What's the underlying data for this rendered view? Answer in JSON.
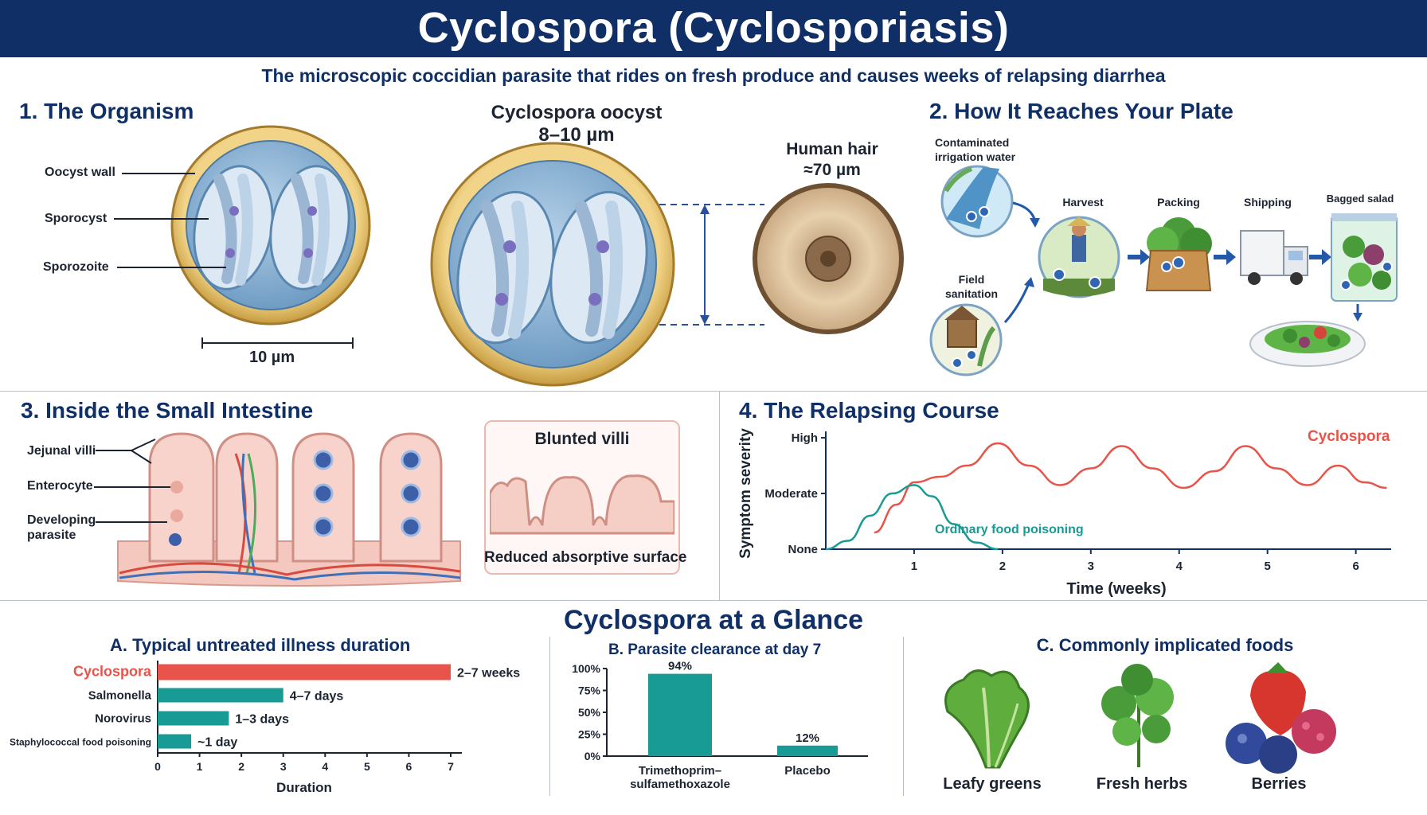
{
  "header": {
    "title": "Cyclospora (Cyclosporiasis)",
    "subtitle": "The microscopic coccidian parasite that rides on fresh produce and causes weeks of relapsing diarrhea"
  },
  "organism": {
    "section_title": "1. The Organism",
    "labels": {
      "wall": "Oocyst wall",
      "sporocyst": "Sporocyst",
      "sporozoite": "Sporozoite"
    },
    "scale_bar": "10 µm",
    "oocyst_title": "Cyclospora oocyst",
    "oocyst_size": "8–10 µm",
    "hair_title": "Human hair",
    "hair_size": "≈70 µm"
  },
  "plate": {
    "section_title": "2. How It Reaches Your Plate",
    "water": "Contaminated\nirrigation water",
    "sanitation": "Field\nsanitation",
    "steps": [
      "Harvest",
      "Packing",
      "Shipping",
      "Bagged salad"
    ]
  },
  "intestine": {
    "section_title": "3. Inside the Small Intestine",
    "labels": {
      "villi": "Jejunal villi",
      "enterocyte": "Enterocyte",
      "parasite": "Developing\nparasite"
    },
    "blunted_title": "Blunted villi",
    "blunted_caption": "Reduced absorptive surface"
  },
  "course": {
    "section_title": "4. The Relapsing Course",
    "chart_data": {
      "type": "line",
      "xlabel": "Time (weeks)",
      "ylabel": "Symptom severity",
      "x_ticks": [
        "1",
        "2",
        "3",
        "4",
        "5",
        "6"
      ],
      "y_ticks": [
        "None",
        "Moderate",
        "High"
      ],
      "xlim": [
        0,
        6.4
      ],
      "ylim": [
        0,
        2
      ],
      "series": [
        {
          "name": "Cyclospora",
          "color": "#e8534a",
          "x": [
            0.55,
            0.8,
            1.0,
            1.3,
            1.6,
            1.95,
            2.3,
            2.65,
            3.0,
            3.35,
            3.7,
            4.05,
            4.4,
            4.75,
            5.1,
            5.45,
            5.8,
            6.1,
            6.35
          ],
          "y": [
            0.3,
            0.8,
            1.2,
            1.3,
            1.5,
            1.9,
            1.5,
            1.15,
            1.45,
            1.85,
            1.45,
            1.1,
            1.4,
            1.85,
            1.45,
            1.15,
            1.5,
            1.2,
            1.1
          ]
        },
        {
          "name": "Ordinary food poisoning",
          "color": "#189a95",
          "x": [
            0,
            0.25,
            0.5,
            0.75,
            1.0,
            1.2,
            1.45,
            1.7,
            1.95
          ],
          "y": [
            0,
            0.15,
            0.6,
            1.0,
            1.15,
            0.95,
            0.45,
            0.12,
            0
          ]
        }
      ]
    }
  },
  "glance": {
    "title": "Cyclospora at a Glance",
    "duration": {
      "title": "A. Typical untreated illness duration",
      "chart_data": {
        "type": "bar",
        "orientation": "horizontal",
        "categories": [
          "Cyclospora",
          "Salmonella",
          "Norovirus",
          "Staphylococcal food poisoning"
        ],
        "values": [
          7,
          3.0,
          1.7,
          0.8
        ],
        "value_labels": [
          "2–7 weeks",
          "4–7 days",
          "1–3 days",
          "~1 day"
        ],
        "colors": [
          "#e8534a",
          "#189a95",
          "#189a95",
          "#189a95"
        ],
        "x_ticks": [
          "0",
          "1",
          "2",
          "3",
          "4",
          "5",
          "6",
          "7"
        ],
        "xlim": [
          0,
          7
        ],
        "xlabel": "Duration"
      }
    },
    "clearance": {
      "title": "B. Parasite clearance at day 7",
      "chart_data": {
        "type": "bar",
        "categories": [
          "Trimethoprim–\nsulfamethoxazole",
          "Placebo"
        ],
        "values": [
          94,
          12
        ],
        "value_labels": [
          "94%",
          "12%"
        ],
        "y_ticks": [
          "0%",
          "25%",
          "50%",
          "75%",
          "100%"
        ],
        "ylim": [
          0,
          100
        ],
        "color": "#189a95"
      }
    },
    "foods": {
      "title": "C. Commonly implicated foods",
      "items": [
        "Leafy greens",
        "Fresh herbs",
        "Berries"
      ]
    }
  }
}
